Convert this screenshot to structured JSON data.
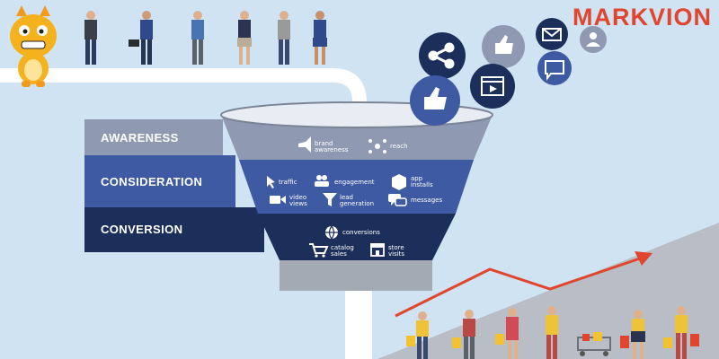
{
  "brand": {
    "name": "MARKVION",
    "color": "#e2452d"
  },
  "colors": {
    "background": "#cfe3f3",
    "awareness": "#8f9ab2",
    "consideration": "#3e5aa2",
    "conversion": "#1c2f5b",
    "trend_arrow": "#e2452d"
  },
  "stages": [
    {
      "label": "AWARENESS"
    },
    {
      "label": "CONSIDERATION"
    },
    {
      "label": "CONVERSION"
    }
  ],
  "funnel": {
    "awareness": [
      {
        "icon": "megaphone-icon",
        "label": "brand\nawareness"
      },
      {
        "icon": "reach-icon",
        "label": "reach"
      }
    ],
    "consideration": [
      {
        "icon": "cursor-icon",
        "label": "traffic"
      },
      {
        "icon": "people-icon",
        "label": "engagement"
      },
      {
        "icon": "box-icon",
        "label": "app\ninstalls"
      },
      {
        "icon": "video-camera-icon",
        "label": "video\nviews"
      },
      {
        "icon": "filter-icon",
        "label": "lead\ngeneration"
      },
      {
        "icon": "chat-icon",
        "label": "messages"
      }
    ],
    "conversion": [
      {
        "icon": "globe-icon",
        "label": "conversions"
      },
      {
        "icon": "cart-icon",
        "label": "catalog\nsales"
      },
      {
        "icon": "store-icon",
        "label": "store\nvisits"
      }
    ]
  },
  "social_icons": [
    "share-icon",
    "like-icon",
    "mail-icon",
    "user-icon",
    "comment-icon",
    "video-play-icon",
    "thumbs-up-icon"
  ]
}
